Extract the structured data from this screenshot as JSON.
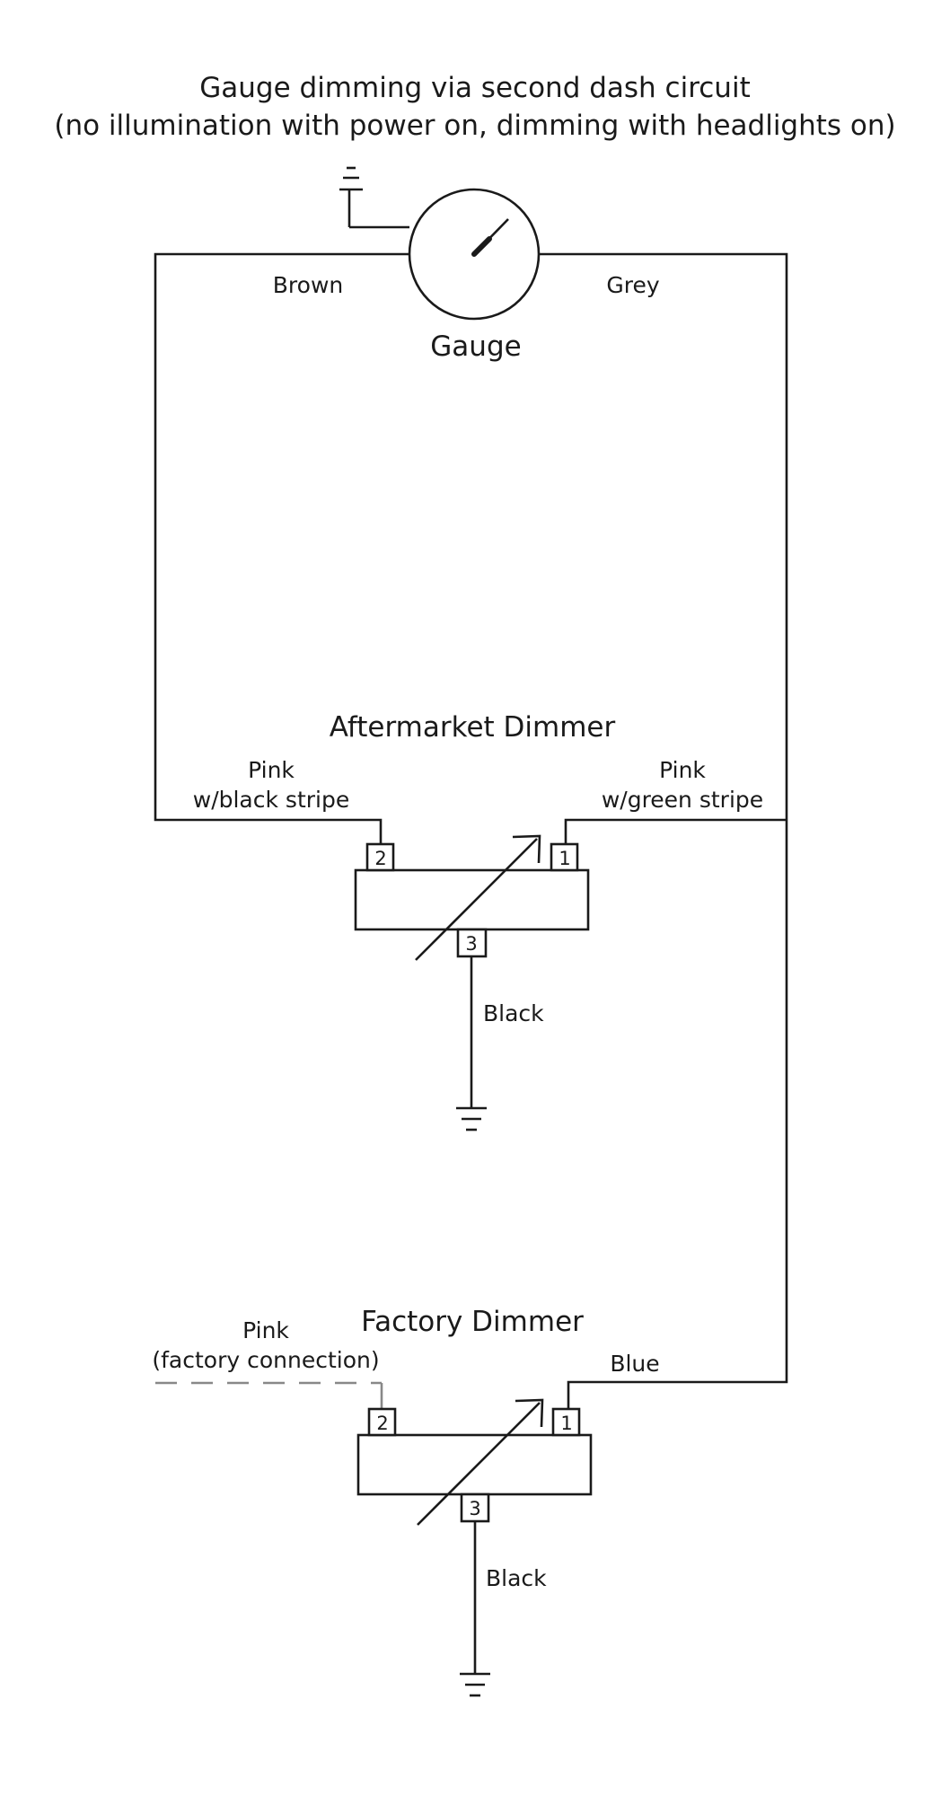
{
  "title": {
    "line1": "Gauge dimming via second dash circuit",
    "line2": "(no illumination with power on, dimming with headlights on)"
  },
  "gauge": {
    "label": "Gauge",
    "left_wire": "Brown",
    "right_wire": "Grey"
  },
  "aftermarket_dimmer": {
    "label": "Aftermarket Dimmer",
    "pin2_wire": [
      "Pink",
      "w/black stripe"
    ],
    "pin1_wire": [
      "Pink",
      "w/green stripe"
    ],
    "pin3_wire": "Black",
    "pins": [
      "2",
      "1",
      "3"
    ]
  },
  "factory_dimmer": {
    "label": "Factory Dimmer",
    "pin2_wire": [
      "Pink",
      "(factory connection)"
    ],
    "pin1_wire": "Blue",
    "pin3_wire": "Black",
    "pins": [
      "2",
      "1",
      "3"
    ]
  },
  "icons": [
    "ground-icon",
    "gauge-dial-icon",
    "potentiometer-arrow-icon"
  ]
}
